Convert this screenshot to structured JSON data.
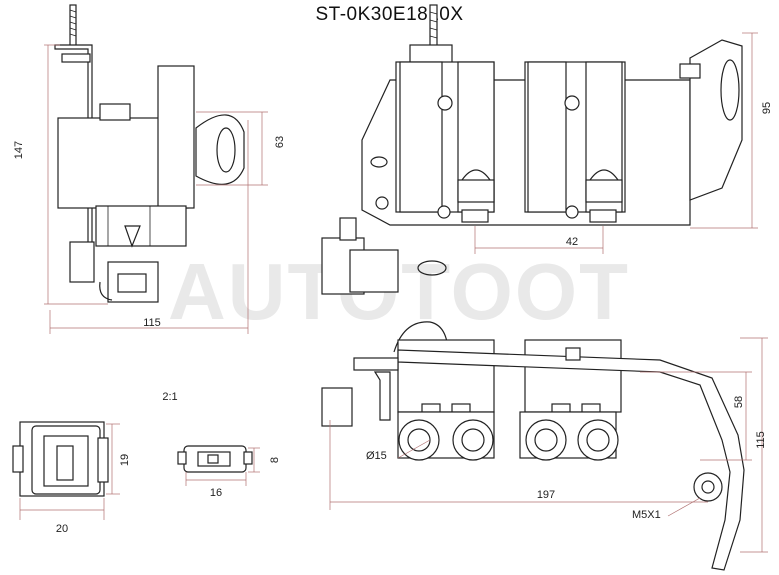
{
  "title": "ST-0K30E1810X",
  "watermark": "AUTOTOOT",
  "scale_note": "2:1",
  "dimensions": {
    "d147": "147",
    "d63": "63",
    "d115_width": "115",
    "d95": "95",
    "d42": "42",
    "d58": "58",
    "d115_height": "115",
    "d197": "197",
    "d15": "Ø15",
    "thread": "M5X1",
    "conn_h19": "19",
    "conn_w20": "20",
    "pin_h8": "8",
    "pin_w16": "16"
  }
}
